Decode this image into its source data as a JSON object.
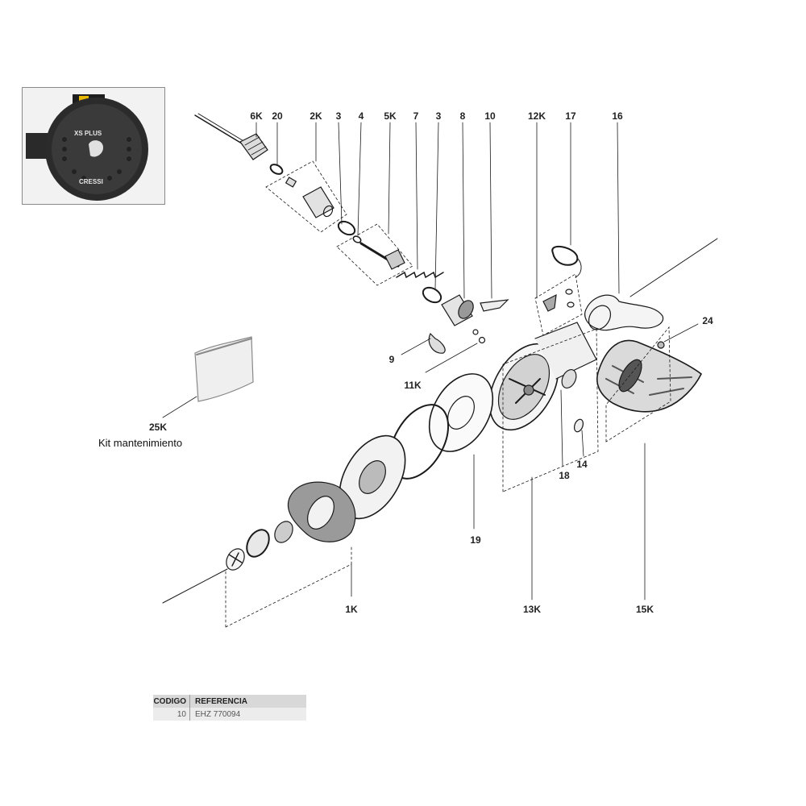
{
  "photo": {
    "model_text": "XS PLUS",
    "brand_text": "CRESSI"
  },
  "labels": {
    "p6k": "6K",
    "p20": "20",
    "p2k": "2K",
    "p3a": "3",
    "p4": "4",
    "p5k": "5K",
    "p7": "7",
    "p3b": "3",
    "p8": "8",
    "p10": "10",
    "p12k": "12K",
    "p17": "17",
    "p16": "16",
    "p24": "24",
    "p9": "9",
    "p11k": "11K",
    "p25k": "25K",
    "p18": "18",
    "p14": "14",
    "p19": "19",
    "p1k": "1K",
    "p13k": "13K",
    "p15k": "15K"
  },
  "kit_label": "Kit mantenimiento",
  "ref_table": {
    "header_code": "CODIGO",
    "header_ref": "REFERENCIA",
    "row_code": "10",
    "row_ref": "EHZ 770094"
  },
  "colors": {
    "line": "#1a1a1a",
    "fill_dark": "#3a3a3a",
    "fill_light": "#eeeeee"
  }
}
